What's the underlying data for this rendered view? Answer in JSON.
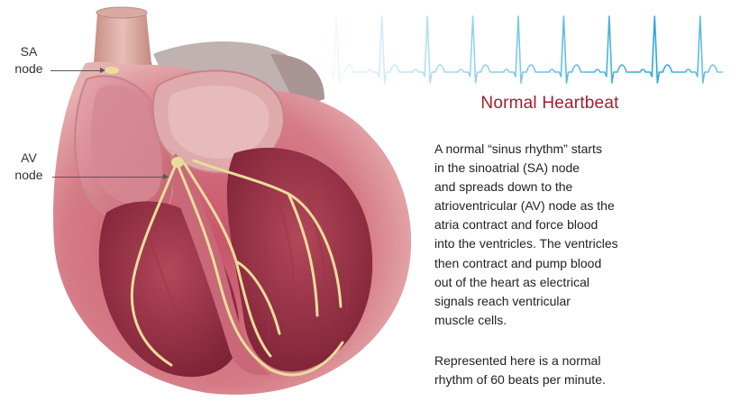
{
  "labels": {
    "sa_node": [
      "SA",
      "node"
    ],
    "av_node": [
      "AV",
      "node"
    ]
  },
  "title": "Normal Heartbeat",
  "paragraph_1": [
    "A normal “sinus rhythm” starts",
    "in the sinoatrial (SA) node",
    "and spreads down to the",
    "atrioventricular (AV) node as the",
    "atria contract and force blood",
    "into the ventricles. The ventricles",
    "then contract and pump blood",
    "out of the heart as electrical",
    "signals reach ventricular",
    "muscle cells."
  ],
  "paragraph_2": [
    "Represented here is a normal",
    "rhythm of 60 beats per minute."
  ],
  "ecg": {
    "beats_per_minute": 60,
    "beat_count": 9
  },
  "colors": {
    "title_red": "#a81c2a",
    "ecg_blue": "#2aa6d8",
    "heart_pink": "#d9808a",
    "conduction_yellow": "#e9dd9a"
  }
}
